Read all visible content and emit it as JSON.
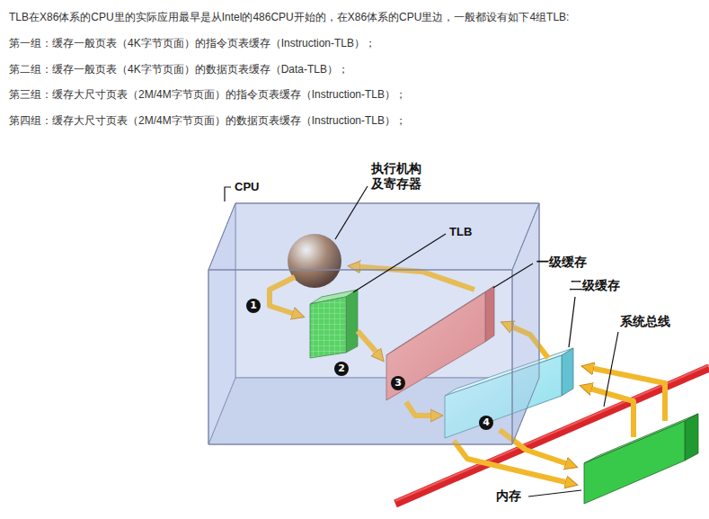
{
  "diagram": {
    "labels": [
      "TLB在X86体系的CPU里的实际应用最早是从Intel的486CPU开始的，在X86体系的CPU里边，一般都设有如下4组TLB:",
      "第一组：缓存一般页表（4K字节页面）的指令页表缓存（Instruction-TLB）；",
      "第二组：缓存一般页表（4K字节页面）的数据页表缓存（Data-TLB）；",
      "第三组：缓存大尺寸页表（2M/4M字节页面）的指令页表缓存（Instruction-TLB）；",
      "第四组：缓存大尺寸页表（2M/4M字节页面）的数据页表缓存（Instruction-TLB）；",
      "CPU",
      "执行机构及寄存器",
      "TLB",
      "一级缓存",
      "二级缓存",
      "系统总线",
      "内存",
      "1",
      "2",
      "3",
      "4"
    ]
  }
}
